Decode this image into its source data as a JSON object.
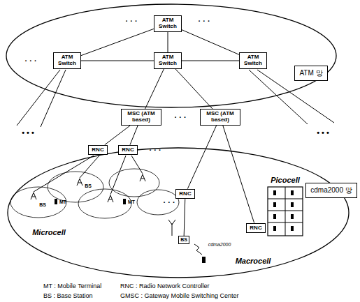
{
  "diagram": {
    "nodes": [
      {
        "text": [
          "ATM Switch"
        ]
      },
      {
        "text": [
          "ATM Switch"
        ]
      },
      {
        "text": [
          "ATM Switch"
        ]
      },
      {
        "text": [
          "ATM Switch"
        ]
      },
      {
        "text": [
          "ATM 망"
        ]
      },
      {
        "text": [
          "MSC (ATM based)"
        ]
      },
      {
        "text": [
          "MSC (ATM based)"
        ]
      },
      {
        "text": [
          "RNC"
        ]
      },
      {
        "text": [
          "RNC"
        ]
      },
      {
        "text": [
          "RNC"
        ]
      },
      {
        "text": [
          "RNC"
        ]
      },
      {
        "text": [
          "cdma2000 망"
        ]
      },
      {
        "text": [
          "BS"
        ]
      }
    ],
    "edges": [
      {
        "from": 0,
        "to": 1,
        "arrow": "none"
      },
      {
        "from": 0,
        "to": 2,
        "arrow": "none"
      },
      {
        "from": 0,
        "to": 3,
        "arrow": "none"
      },
      {
        "from": 1,
        "to": 2,
        "arrow": "none"
      },
      {
        "from": 2,
        "to": 3,
        "arrow": "none"
      },
      {
        "from": 2,
        "to": 5,
        "arrow": "none"
      },
      {
        "from": 2,
        "to": 6,
        "arrow": "none"
      },
      {
        "from": 5,
        "to": 7,
        "arrow": "none"
      },
      {
        "from": 5,
        "to": 8,
        "arrow": "none"
      },
      {
        "from": 6,
        "to": 9,
        "arrow": "none"
      },
      {
        "from": 6,
        "to": 10,
        "arrow": "none"
      },
      {
        "from": 9,
        "to": 12,
        "arrow": "none"
      }
    ],
    "labels": [
      "· · ·",
      "· · ·",
      "· · ·",
      "• • •",
      "• • •",
      "· · ·",
      "· · ·",
      "BS",
      "BS",
      "MT",
      "MT",
      "· · ·",
      "cdma2000",
      "Microcell",
      "Macrocell",
      "Picocell",
      "MT : Mobile Terminal",
      "RNC : Radio Network Controller",
      "BS : Base Station",
      "GMSC : Gateway Mobile Switching Center"
    ]
  }
}
